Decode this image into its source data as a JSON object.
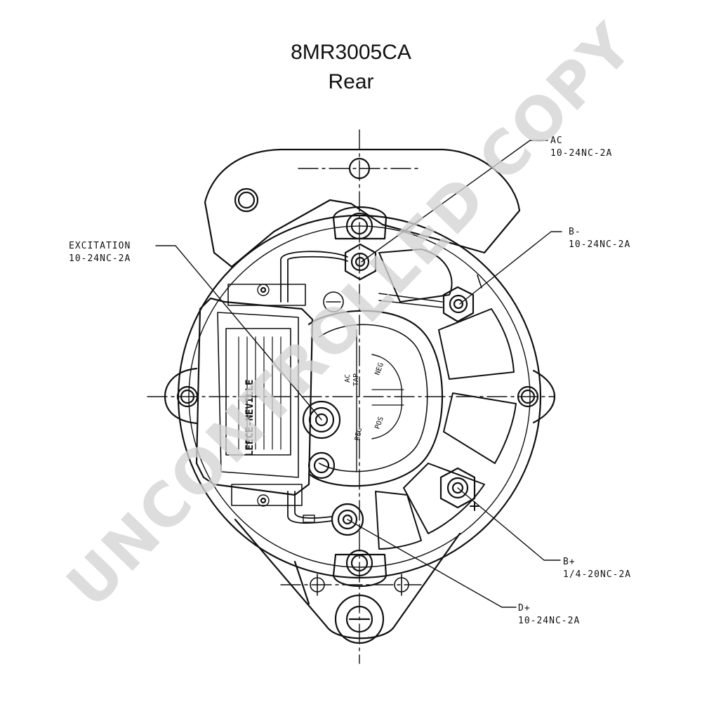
{
  "title": {
    "part_number": "8MR3005CA",
    "view": "Rear"
  },
  "callouts": {
    "ac": {
      "name": "AC",
      "thread": "10-24NC-2A"
    },
    "b_minus": {
      "name": "B-",
      "thread": "10-24NC-2A"
    },
    "excitation": {
      "name": "EXCITATION",
      "thread": "10-24NC-2A"
    },
    "b_plus": {
      "name": "B+",
      "thread": "1/4-20NC-2A"
    },
    "d_plus": {
      "name": "D+",
      "thread": "10-24NC-2A"
    }
  },
  "regulator_markings": {
    "ac": "AC",
    "tap": "TAP",
    "neg": "NEG",
    "reg": "REG",
    "pos": "POS"
  },
  "regulator_logo": "LEECE-NEVILLE",
  "watermark": "UNCONTROLLED COPY"
}
